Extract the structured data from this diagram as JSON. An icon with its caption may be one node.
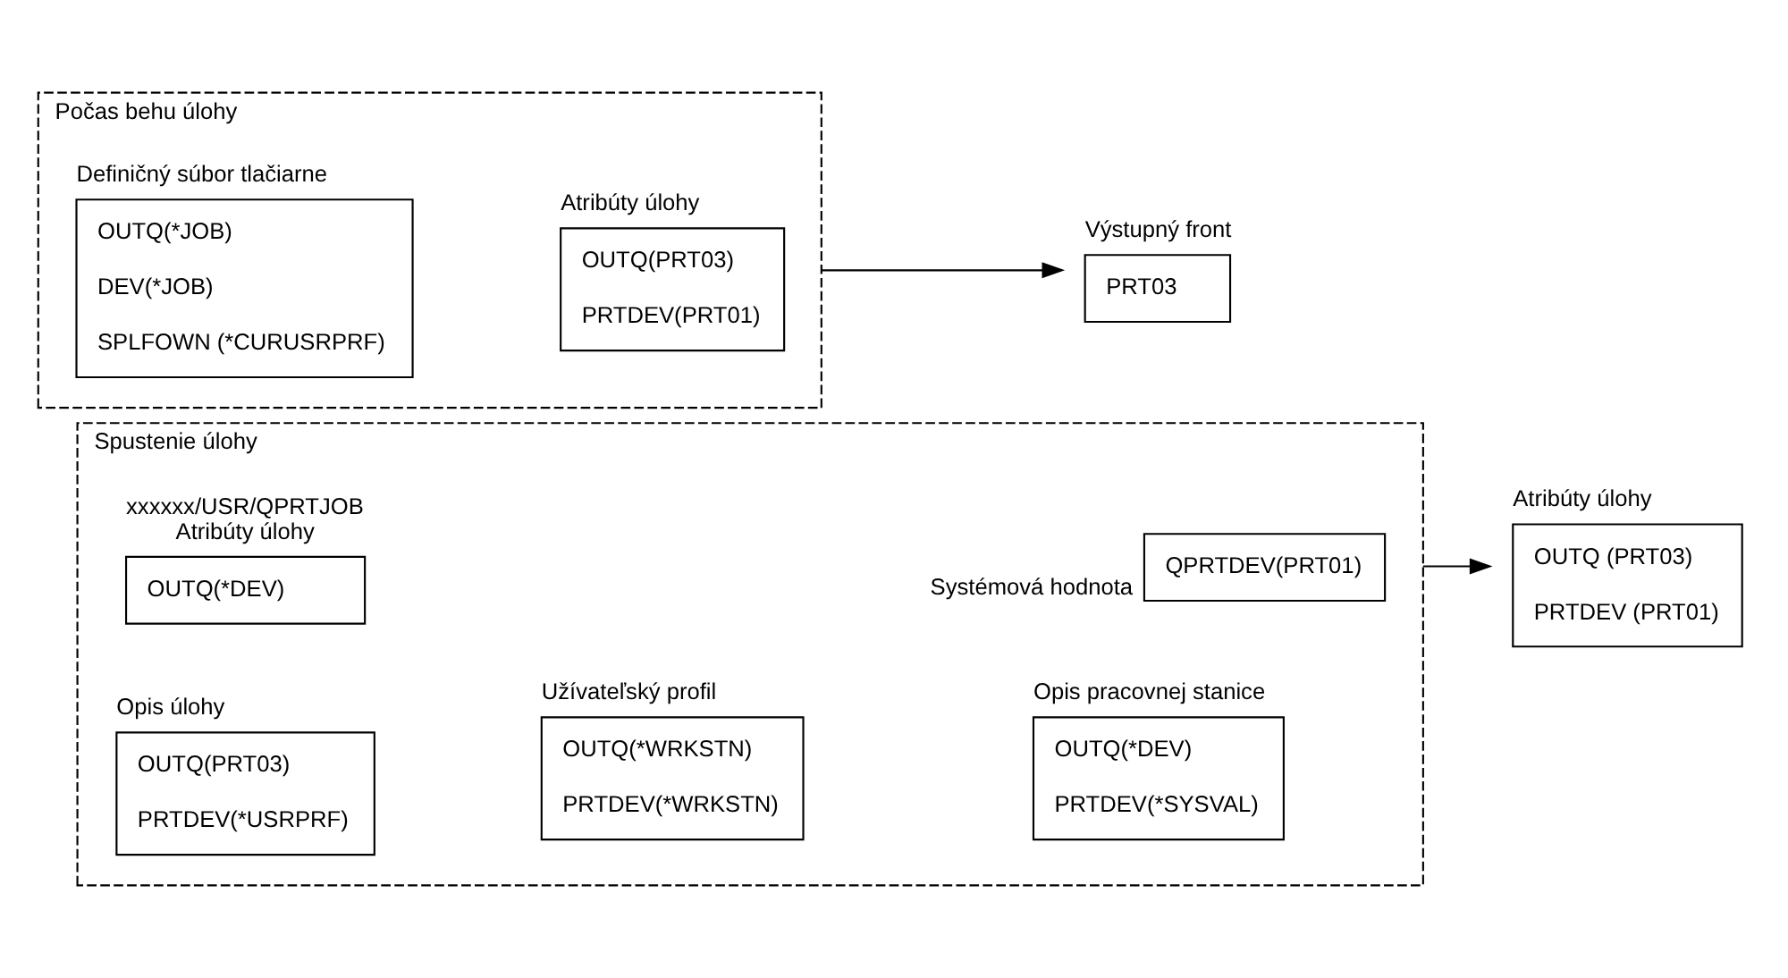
{
  "diagram": {
    "nodes": [
      {
        "text": [
          "Spustenie úlohy"
        ]
      },
      {
        "text": [
          "Opis úlohy",
          "OUTQ(PRT03)",
          "PRTDEV(*USRPRF)"
        ],
        "in": 0
      },
      {
        "text": [
          "Užívateľský profil",
          "OUTQ(*WRKSTN)",
          "PRTDEV(*WRKSTN)"
        ],
        "in": 0
      },
      {
        "text": [
          "Opis pracovnej stanice",
          "OUTQ(*DEV)",
          "PRTDEV(*SYSVAL)"
        ],
        "in": 0
      },
      {
        "text": [
          "xxxxxx/USR/QPRTJOB",
          "Atribúty úlohy",
          "OUTQ(*DEV)"
        ],
        "in": 0
      },
      {
        "text": [
          "Systémová hodnota",
          "QPRTDEV(PRT01)"
        ],
        "in": 0
      },
      {
        "text": [
          "Atribúty úlohy",
          "OUTQ (PRT03)",
          "PRTDEV (PRT01)"
        ]
      },
      {
        "text": [
          "Počas behu úlohy"
        ]
      },
      {
        "text": [
          "Definičný súbor tlačiarne",
          "OUTQ(*JOB)",
          "DEV(*JOB)",
          "SPLFOWN (*CURUSRPRF)"
        ],
        "in": 7
      },
      {
        "text": [
          "Atribúty úlohy",
          "OUTQ(PRT03)",
          "PRTDEV(PRT01)"
        ],
        "in": 7
      },
      {
        "text": [
          "Výstupný front",
          "PRT03"
        ]
      }
    ],
    "edges": [
      {
        "from": 0,
        "to": 6,
        "arrow": "to"
      },
      {
        "from": 7,
        "to": 10,
        "arrow": "to"
      }
    ]
  }
}
